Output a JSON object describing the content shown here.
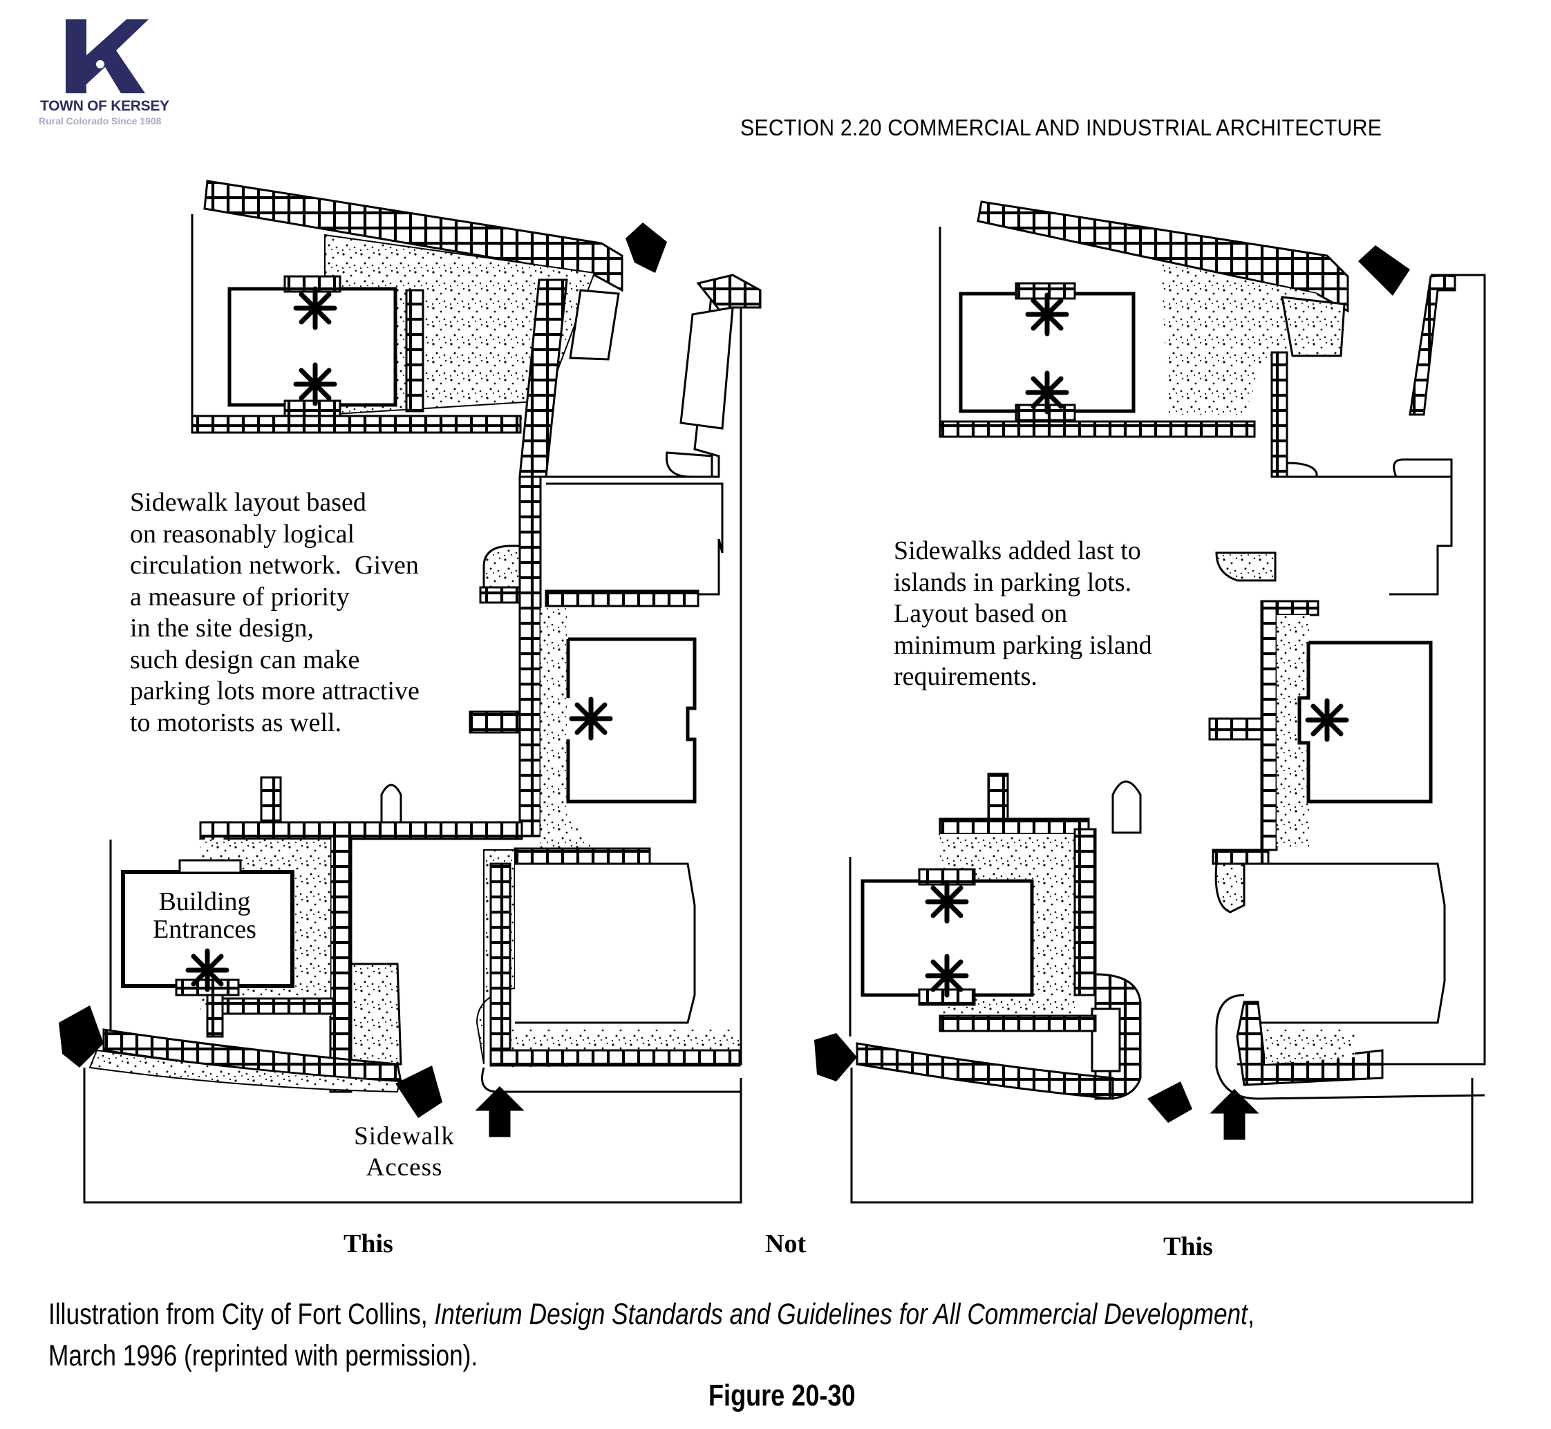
{
  "header": {
    "logo": {
      "icon": "kersey-k-mountain-logo",
      "title": "TOWN OF KERSEY",
      "tagline": "Rural Colorado Since 1908",
      "brand_color": "#2b2d63",
      "tagline_color": "#a8abc8"
    },
    "section_title": "SECTION 2.20 COMMERCIAL AND INDUSTRIAL ARCHITECTURE"
  },
  "figure": {
    "left_panel": {
      "note_lines": [
        "Sidewalk layout based",
        "on reasonably logical",
        "circulation network.  Given",
        "a measure of priority",
        "in the site design,",
        "such design can make",
        "parking lots more attractive",
        "to motorists as well."
      ],
      "building_label_lines": [
        "Building",
        "Entrances"
      ],
      "access_label_lines": [
        "Sidewalk",
        "Access"
      ],
      "verdict": "This"
    },
    "divider_verdict": "Not",
    "right_panel": {
      "note_lines": [
        "Sidewalks added last to",
        "islands in parking lots.",
        "Layout based on",
        "minimum parking island",
        "requirements."
      ],
      "verdict": "This"
    },
    "legend_icons": [
      "building-entrance-asterisk-icon",
      "access-arrow-icon",
      "paved-sidewalk-pattern",
      "landscaped-stipple-area"
    ]
  },
  "caption": {
    "line1_prefix": "Illustration from City of Fort Collins, ",
    "line1_italic": "Interium Design Standards and Guidelines for All Commercial Development",
    "line1_suffix": ",",
    "line2": "March 1996 (reprinted with permission).",
    "figure_number": "Figure 20-30"
  }
}
